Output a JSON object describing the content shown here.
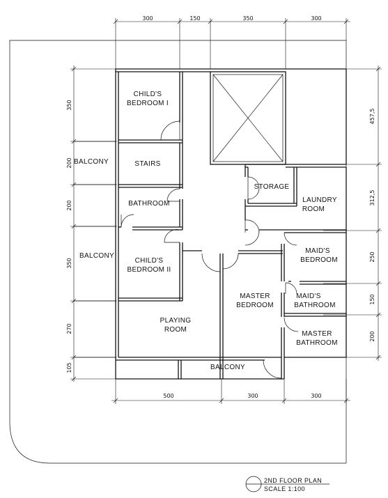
{
  "plan": {
    "title": "2ND FLOOR PLAN",
    "scale": "SCALE 1:100"
  },
  "dimensions": {
    "top": [
      "300",
      "150",
      "350",
      "300"
    ],
    "bottom": [
      "500",
      "300",
      "300"
    ],
    "left": [
      "350",
      "200",
      "200",
      "350",
      "270",
      "105"
    ],
    "right": [
      "457,5",
      "312,5",
      "250",
      "150",
      "200"
    ]
  },
  "rooms": {
    "childs_bedroom_1": [
      "CHILD'S",
      "BEDROOM  I"
    ],
    "stairs": [
      "STAIRS"
    ],
    "balcony_top": [
      "BALCONY"
    ],
    "bathroom": [
      "BATHROOM"
    ],
    "balcony_mid": [
      "BALCONY"
    ],
    "childs_bedroom_2": [
      "CHILD'S",
      "BEDROOM  II"
    ],
    "playing_room": [
      "PLAYING",
      "ROOM"
    ],
    "master_bedroom": [
      "MASTER",
      "BEDROOM"
    ],
    "storage": [
      "STORAGE"
    ],
    "laundry_room": [
      "LAUNDRY",
      "ROOM"
    ],
    "maids_bedroom": [
      "MAID'S",
      "BEDROOM"
    ],
    "maids_bathroom": [
      "MAID'S",
      "BATHROOM"
    ],
    "master_bathroom": [
      "MASTER",
      "BATHROOM"
    ],
    "balcony_bottom": [
      "BALCONY"
    ]
  }
}
